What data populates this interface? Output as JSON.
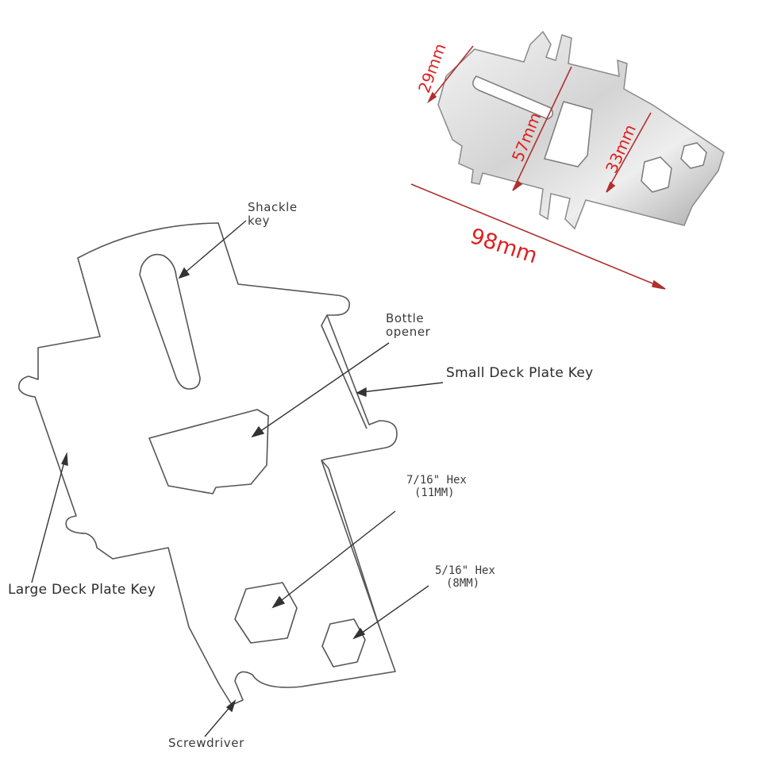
{
  "labels": {
    "shackle_key": [
      "Shackle",
      "key"
    ],
    "bottle_opener": [
      "Bottle",
      "opener"
    ],
    "small_deck_plate_key": "Small Deck Plate Key",
    "hex_7_16": [
      "7/16\" Hex",
      "(11MM)"
    ],
    "hex_5_16": [
      "5/16\" Hex",
      "(8MM)"
    ],
    "large_deck_plate_key": "Large Deck Plate Key",
    "screwdriver": "Screwdriver"
  },
  "dimensions": {
    "d29": "29mm",
    "d57": "57mm",
    "d33": "33mm",
    "d98": "98mm"
  },
  "colors": {
    "outline": "#555555",
    "dimension": "#e02020",
    "dimension_line": "#9a2a2a",
    "metal_light": "#e8e8e8",
    "metal_dark": "#9c9c9c"
  }
}
